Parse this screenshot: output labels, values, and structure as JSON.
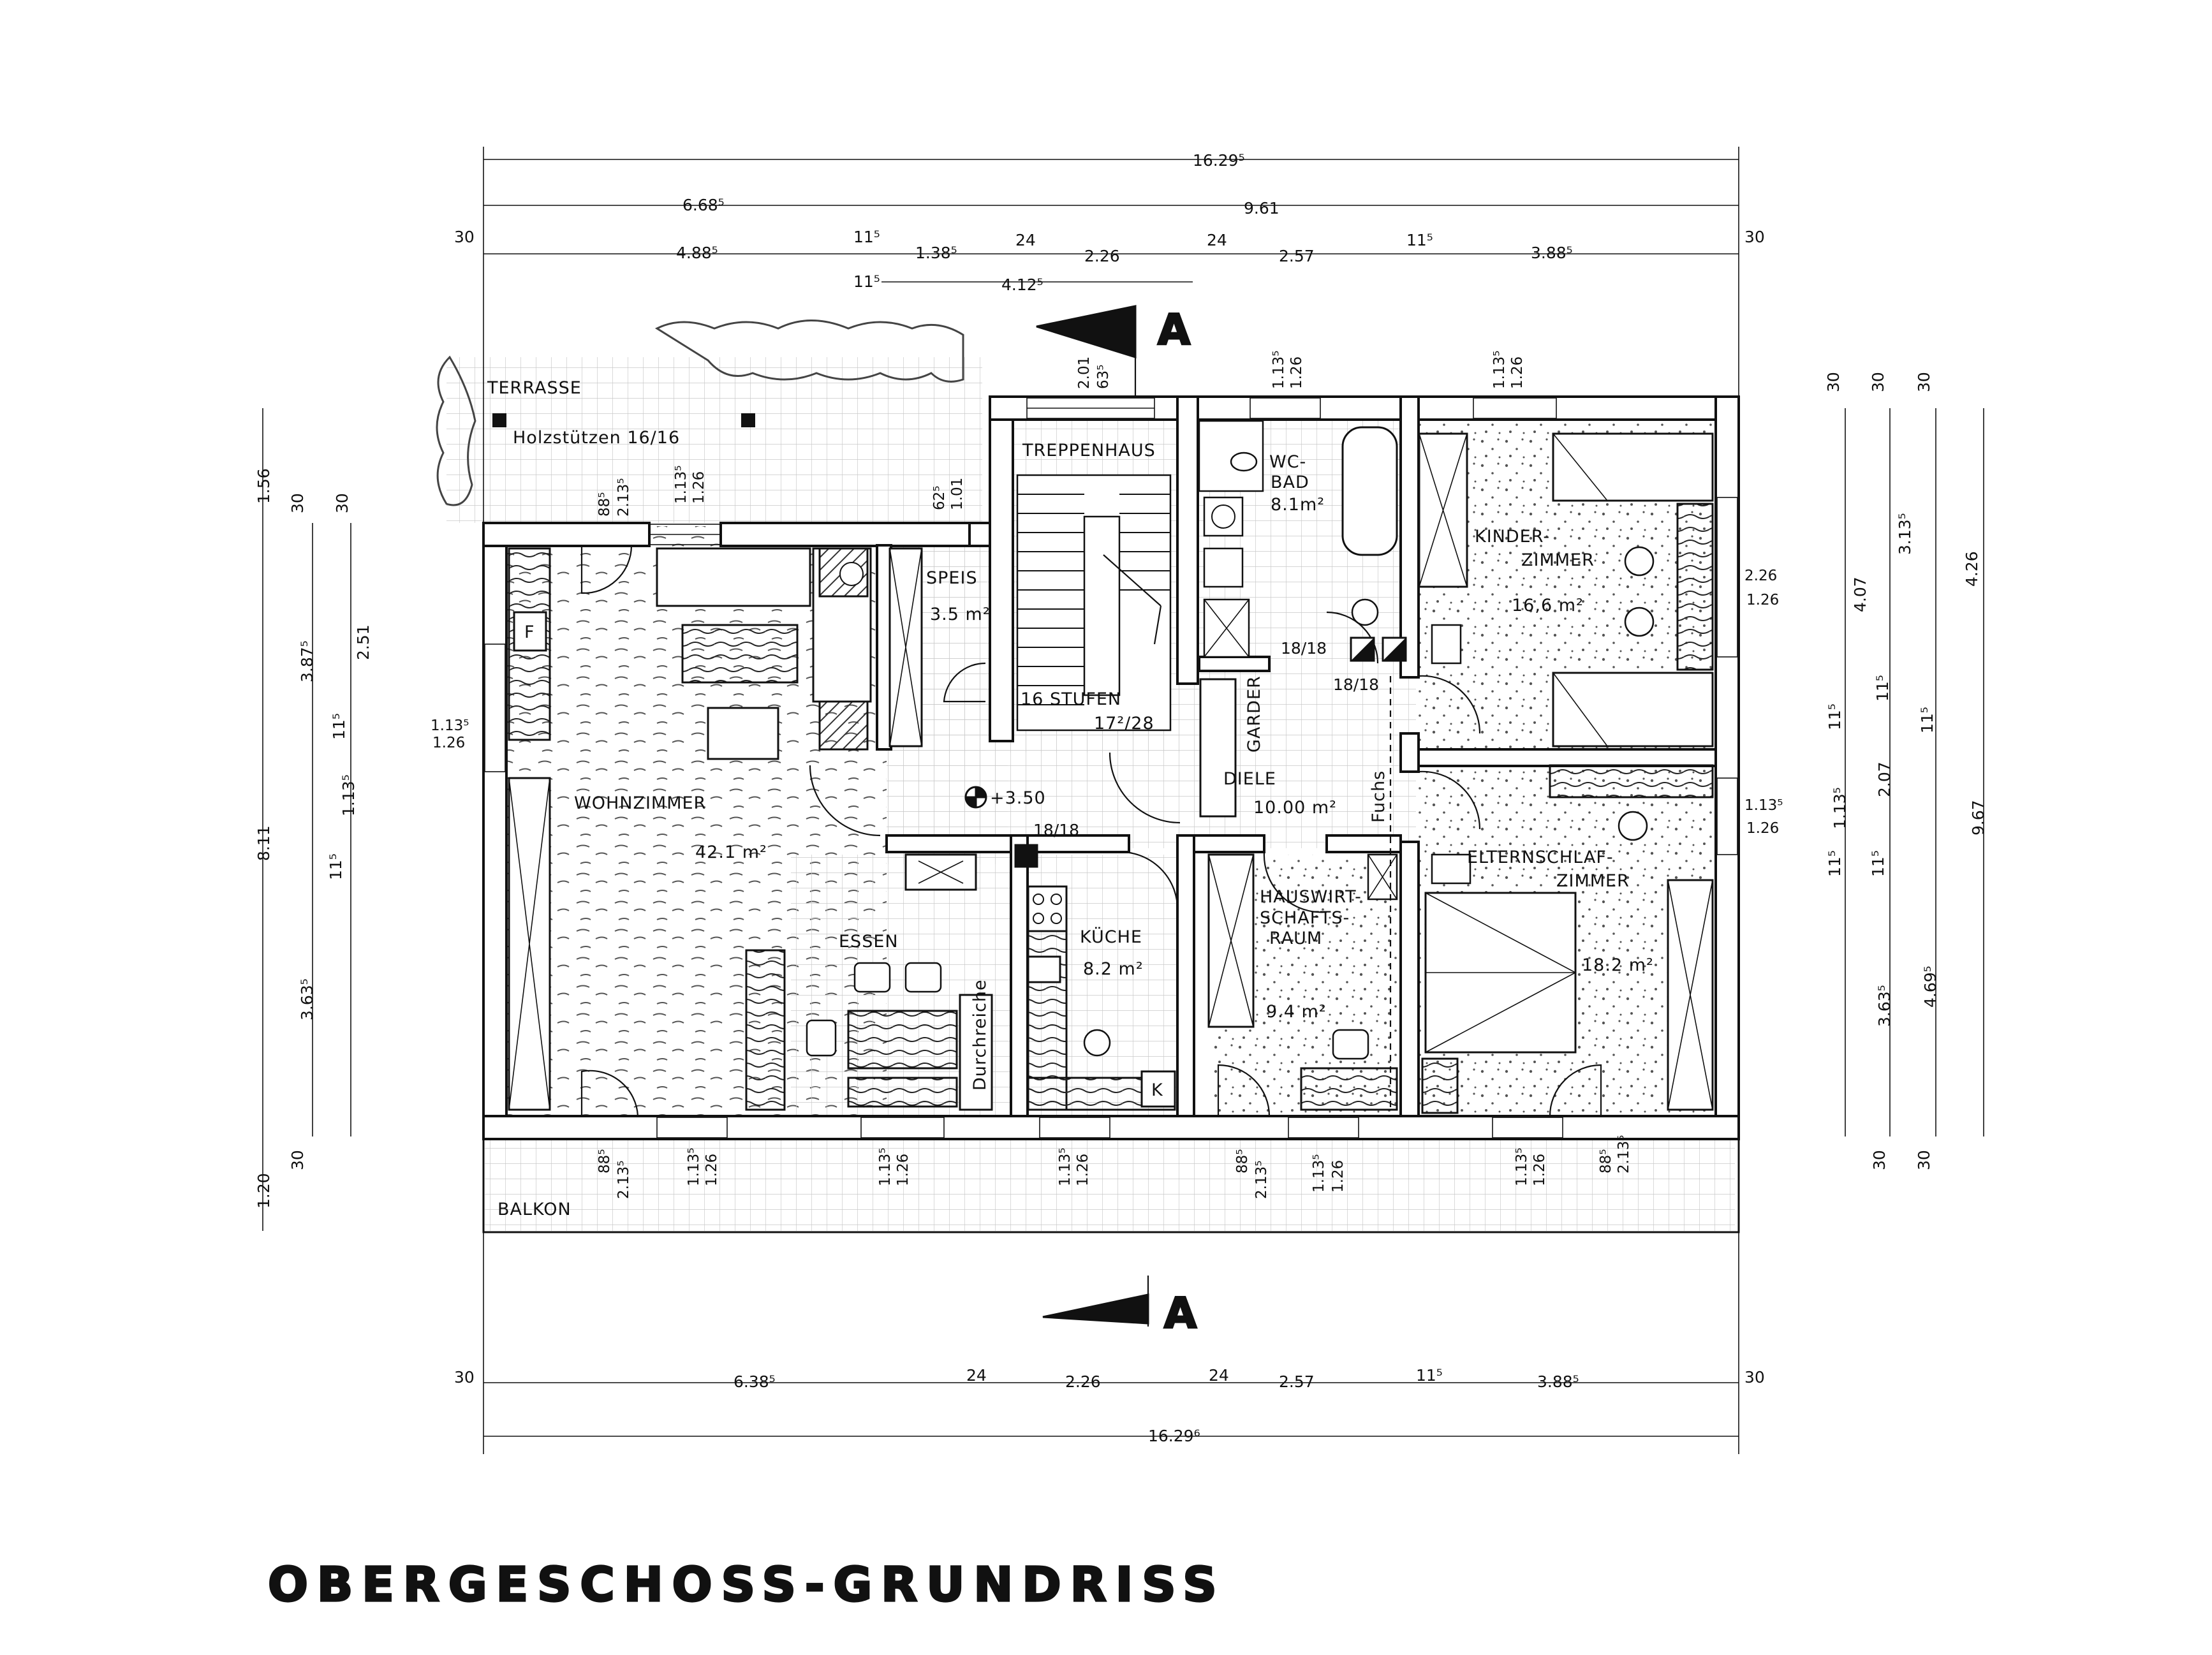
{
  "title": "OBERGESCHOSS-GRUNDRISS",
  "section_marker": "A",
  "colors": {
    "ink": "#111111",
    "paper": "#ffffff",
    "grid": "#c9c9c9",
    "hatch": "#555555"
  },
  "rooms": {
    "terrasse": "TERRASSE",
    "holzstuetzen": "Holzstützen 16/16",
    "treppenhaus": "TREPPENHAUS",
    "stufen_a": "16 STUFEN",
    "stufen_b": "17²/28",
    "wc_a": "WC-",
    "wc_b": "BAD",
    "wc_area": "8.1m²",
    "speis": "SPEIS",
    "speis_area": "3.5 m²",
    "kinder_a": "KINDER-",
    "kinder_b": "ZIMMER",
    "kinder_area": "16,6 m²",
    "wohnzimmer": "WOHNZIMMER",
    "wohn_area": "42.1 m²",
    "diele": "DIELE",
    "diele_area": "10.00 m²",
    "garder": "GARDER",
    "fuchs": "Fuchs",
    "eltern_a": "ELTERNSCHLAF-",
    "eltern_b": "ZIMMER",
    "eltern_area": "18.2 m²",
    "essen": "ESSEN",
    "kueche": "KÜCHE",
    "kueche_area": "8.2 m²",
    "hw_a": "HAUSWIRT-",
    "hw_b": "SCHAFTS-",
    "hw_c": "RAUM",
    "hw_area": "9.4 m²",
    "durchreiche": "Durchreiche",
    "balkon": "BALKON",
    "f_label": "F",
    "k_label": "K",
    "level": "+3.50",
    "chimney_a": "18/18",
    "chimney_b": "18/18",
    "chimney_c": "18/18"
  },
  "dims_top": {
    "overall": "16.29⁵",
    "left_part": "6.68⁵",
    "right_part": "9.61",
    "edge_left": "30",
    "edge_right": "30",
    "seg1": "4.88⁵",
    "seg2": "11⁵",
    "seg3": "1.38⁵",
    "seg4": "24",
    "seg5": "2.26",
    "seg6": "24",
    "seg7": "2.57",
    "seg8": "11⁵",
    "seg9": "3.88⁵",
    "sub_a": "11⁵",
    "sub_b": "4.12⁵"
  },
  "dims_bottom": {
    "edge_left": "30",
    "seg1": "6.38⁵",
    "seg2": "24",
    "seg3": "2.26",
    "seg4": "24",
    "seg5": "2.57",
    "seg6": "11⁵",
    "seg7": "3.88⁵",
    "edge_right": "30",
    "overall": "16.29⁶"
  },
  "dims_left": {
    "d1": "1.56",
    "d2": "30",
    "d3": "30",
    "d4": "3.87⁵",
    "d5": "2.51",
    "d6": "11⁵",
    "d7": "1.13⁵",
    "d8": "8.11",
    "d9": "11⁵",
    "d10": "3.63⁵",
    "d11": "30",
    "d12": "1.20"
  },
  "dims_right": {
    "r1": "30",
    "r2": "30",
    "r3": "30",
    "r4": "4.07",
    "r5": "3.13⁵",
    "r6": "4.26",
    "r7": "11⁵",
    "r8": "11⁵",
    "r9": "11⁵",
    "r10": "1.13⁵",
    "r11": "2.07",
    "r12": "9.67",
    "r13": "11⁵",
    "r14": "11⁵",
    "r15": "3.63⁵",
    "r16": "4.69⁵",
    "r17": "30",
    "r18": "30"
  },
  "openings": {
    "o_terr_door_a": "88⁵",
    "o_terr_door_b": "2.13⁵",
    "o_terr_win_a": "1.13⁵",
    "o_terr_win_b": "1.26",
    "o_speis_a": "62⁵",
    "o_speis_b": "1.01",
    "o_stair_a": "2.01",
    "o_stair_b": "63⁵",
    "o_wc_a": "1.13⁵",
    "o_wc_b": "1.26",
    "o_kind_a": "1.13⁵",
    "o_kind_b": "1.26",
    "o_wl_a": "1.13⁵",
    "o_wl_b": "1.26",
    "o_kr_a": "2.26",
    "o_kr_b": "1.26",
    "o_er_a": "1.13⁵",
    "o_er_b": "1.26",
    "o_b1_a": "88⁵",
    "o_b1_b": "2.13⁵",
    "o_b2_a": "1.13⁵",
    "o_b2_b": "1.26",
    "o_b3_a": "1.13⁵",
    "o_b3_b": "1.26",
    "o_b4_a": "1.13⁵",
    "o_b4_b": "1.26",
    "o_b5_a": "88⁵",
    "o_b5_b": "2.13⁵",
    "o_b6_a": "1.13⁵",
    "o_b6_b": "1.26",
    "o_b7_a": "1.13⁵",
    "o_b7_b": "1.26",
    "o_b8_a": "88⁵",
    "o_b8_b": "2.13⁵"
  }
}
